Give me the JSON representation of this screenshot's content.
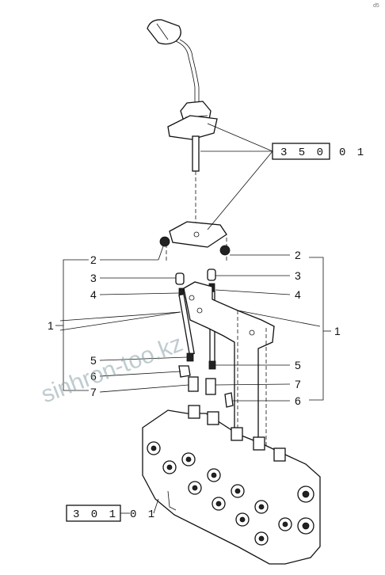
{
  "corner_mark": "d5",
  "watermark": "sinhron-too.kz",
  "ref_boxes": [
    {
      "number": "3 5 0",
      "suffix": "0 1"
    },
    {
      "number": "3 0 1",
      "suffix": "0 1"
    }
  ],
  "left_callouts": [
    {
      "label": "1"
    },
    {
      "label": "2"
    },
    {
      "label": "3"
    },
    {
      "label": "4"
    },
    {
      "label": "5"
    },
    {
      "label": "6"
    },
    {
      "label": "7"
    }
  ],
  "right_callouts": [
    {
      "label": "1"
    },
    {
      "label": "2"
    },
    {
      "label": "3"
    },
    {
      "label": "4"
    },
    {
      "label": "5"
    },
    {
      "label": "7"
    },
    {
      "label": "6"
    }
  ]
}
